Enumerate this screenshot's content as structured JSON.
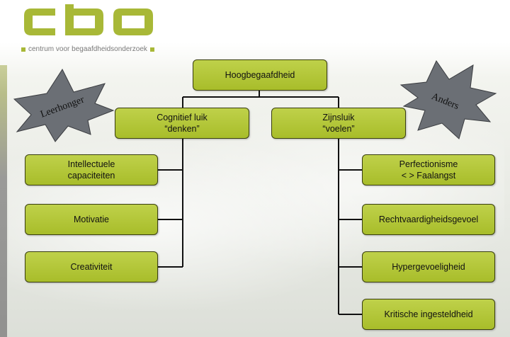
{
  "logo": {
    "text": "cbo",
    "tagline": "centrum voor begaafdheidsonderzoek"
  },
  "colors": {
    "box_fill": "#b3c63a",
    "box_border": "#3a3f10",
    "logo_green": "#a8b837",
    "star": "#6b6f75"
  },
  "root": "Hoogbegaafdheid",
  "branches": {
    "left": "Cognitief luik\n“denken”",
    "right": "Zijnsluik\n“voelen”"
  },
  "left_items": [
    "Intellectuele\ncapaciteiten",
    "Motivatie",
    "Creativiteit"
  ],
  "right_items": [
    "Perfectionisme\n< > Faalangst",
    "Rechtvaardigheidsgevoel",
    "Hypergevoeligheid",
    "Kritische ingesteldheid"
  ],
  "stars": {
    "left": "Leerhonger",
    "right": "Anders"
  }
}
